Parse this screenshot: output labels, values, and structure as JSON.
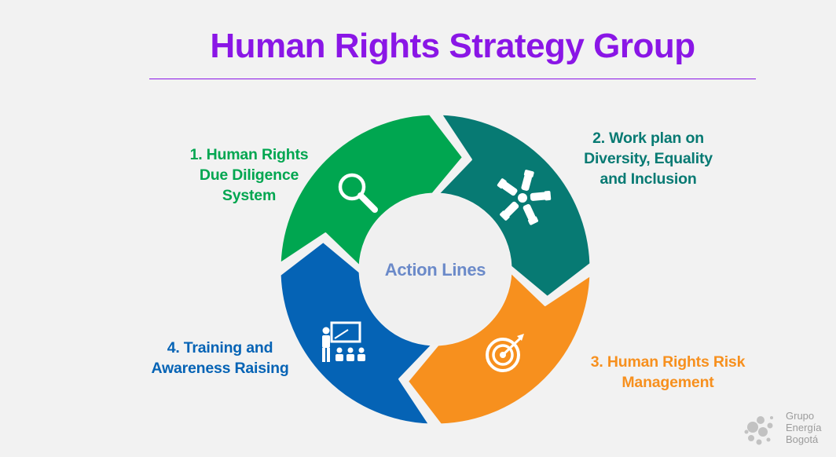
{
  "title": "Human Rights Strategy Group",
  "center_label": "Action Lines",
  "segments": [
    {
      "id": "s1",
      "label": "1. Human Rights\nDue Diligence\nSystem",
      "icon": "magnifier-icon",
      "color": "#00a650"
    },
    {
      "id": "s2",
      "label": "2. Work plan on\nDiversity, Equality\nand Inclusion",
      "icon": "hands-icon",
      "color": "#077a73"
    },
    {
      "id": "s3",
      "label": "3. Human Rights Risk\nManagement",
      "icon": "target-icon",
      "color": "#f7901e"
    },
    {
      "id": "s4",
      "label": "4. Training and\nAwareness Raising",
      "icon": "presentation-icon",
      "color": "#0563b5"
    }
  ],
  "logo": {
    "text": "Grupo\nEnergía\nBogotá"
  },
  "colors": {
    "title": "#8a16e6",
    "rule": "#8a16e6",
    "center_text": "#6b8ac9",
    "background": "#f2f2f2",
    "center_fill": "#f0f0f0"
  }
}
